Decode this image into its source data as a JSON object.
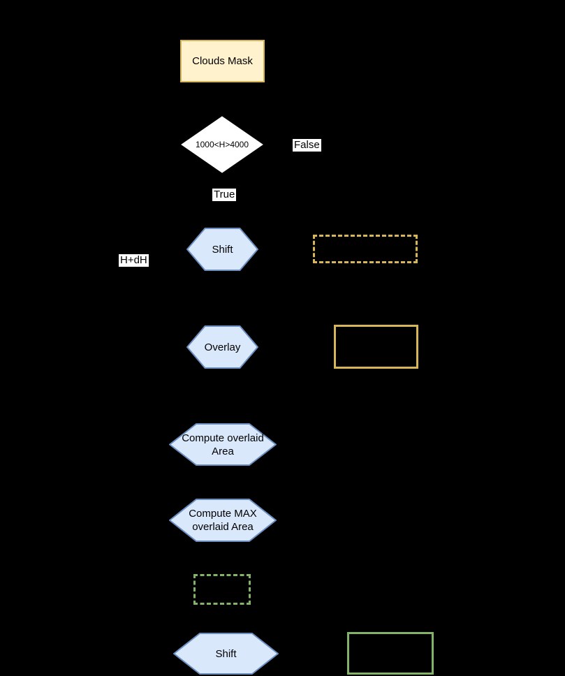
{
  "colors": {
    "background": "#000000",
    "process_fill": "#FFF2CC",
    "process_border": "#D6B656",
    "decision_fill": "#FFFFFF",
    "hexagon_fill": "#DAE8FC",
    "hexagon_border": "#6C8EBF",
    "gold_box_border": "#D6B656",
    "green_box_border": "#82B366",
    "text": "#000000",
    "edge_label_background": "#FFFFFF"
  },
  "nodes": {
    "clouds_mask": {
      "label": "Clouds Mask"
    },
    "decision": {
      "label": "1000<H>4000"
    },
    "shift1": {
      "label": "Shift"
    },
    "overlay": {
      "label": "Overlay"
    },
    "compute_overlaid": {
      "label": "Compute overlaid Area"
    },
    "compute_max": {
      "label": "Compute MAX overlaid Area"
    },
    "shift2": {
      "label": "Shift"
    },
    "dashed_orange_box": {
      "label": ""
    },
    "solid_orange_box": {
      "label": ""
    },
    "dashed_green_box": {
      "label": ""
    },
    "solid_green_box": {
      "label": ""
    }
  },
  "edge_labels": {
    "false": "False",
    "true": "True",
    "h_plus_dh": "H+dH"
  }
}
